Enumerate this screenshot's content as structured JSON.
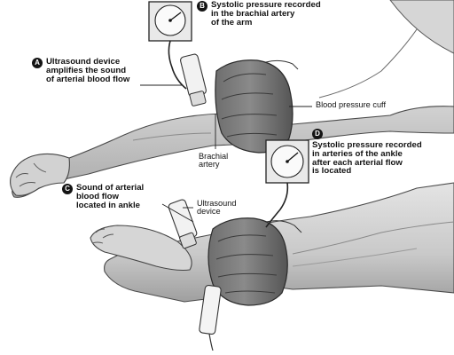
{
  "callouts": {
    "a": {
      "badge": "A",
      "lines": [
        "Ultrasound device",
        "amplifies the sound",
        "of arterial blood flow"
      ]
    },
    "b": {
      "badge": "B",
      "lines": [
        "Systolic pressure recorded",
        "in the brachial artery",
        "of the arm"
      ]
    },
    "c": {
      "badge": "C",
      "lines": [
        "Sound of arterial",
        "blood flow",
        "located in ankle"
      ]
    },
    "d": {
      "badge": "D",
      "lines": [
        "Systolic pressure recorded",
        "in arteries of the ankle",
        "after each arterial flow",
        "is located"
      ]
    }
  },
  "labels": {
    "cuff": "Blood pressure cuff",
    "brachial": [
      "Brachial",
      "artery"
    ],
    "ultrasound": [
      "Ultrasound",
      "device"
    ]
  }
}
